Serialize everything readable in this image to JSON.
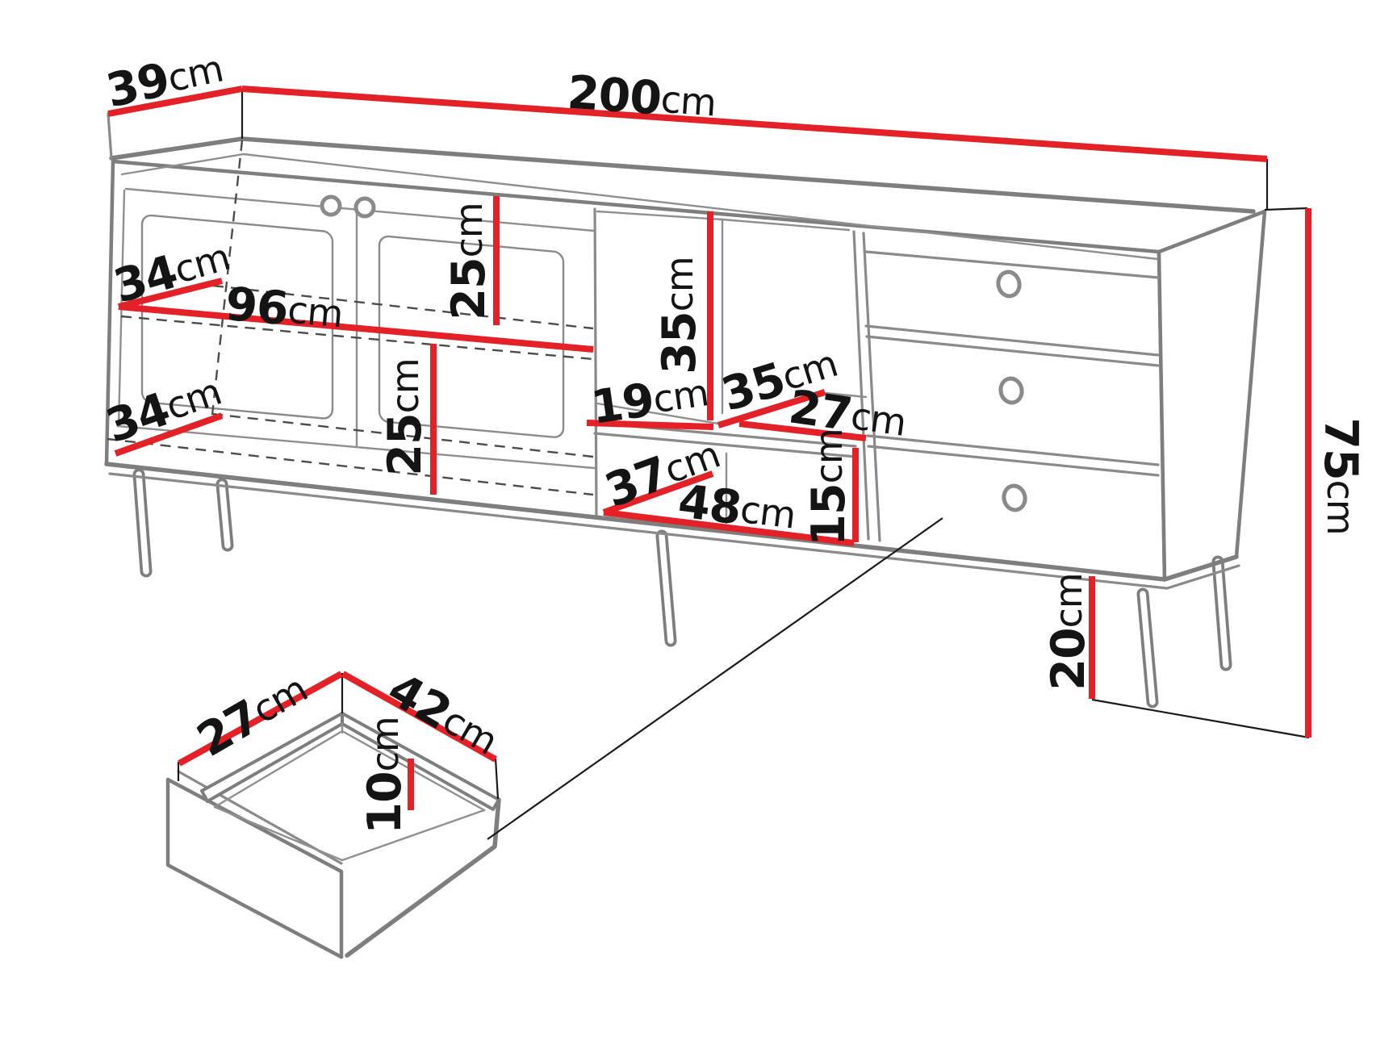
{
  "diagram": {
    "type": "furniture-dimension-drawing",
    "unit": "cm",
    "colors": {
      "dimension_red": "#e32127",
      "outline_gray": "#7e7e7e",
      "label_black": "#141414",
      "background": "#ffffff"
    },
    "cabinet": {
      "overall": {
        "width": {
          "value": "200",
          "unit": "cm"
        },
        "depth": {
          "value": "39",
          "unit": "cm"
        },
        "height": {
          "value": "75",
          "unit": "cm"
        },
        "leg_height": {
          "value": "20",
          "unit": "cm"
        }
      },
      "left_cupboard": {
        "shelf_width": {
          "value": "96",
          "unit": "cm"
        },
        "shelf_depth_upper": {
          "value": "34",
          "unit": "cm"
        },
        "shelf_depth_lower": {
          "value": "34",
          "unit": "cm"
        },
        "clearance_above_shelf": {
          "value": "25",
          "unit": "cm"
        },
        "clearance_below_shelf": {
          "value": "25",
          "unit": "cm"
        }
      },
      "open_compartments": {
        "niche_height": {
          "value": "35",
          "unit": "cm"
        },
        "shelf_depth": {
          "value": "19",
          "unit": "cm"
        },
        "shelf_width": {
          "value": "35",
          "unit": "cm"
        },
        "shelf_width_right": {
          "value": "27",
          "unit": "cm"
        },
        "bottom_niche_depth": {
          "value": "37",
          "unit": "cm"
        },
        "bottom_niche_width": {
          "value": "48",
          "unit": "cm"
        },
        "bottom_niche_height": {
          "value": "15",
          "unit": "cm"
        }
      }
    },
    "drawer_detail": {
      "side_depth": {
        "value": "27",
        "unit": "cm"
      },
      "front_width": {
        "value": "42",
        "unit": "cm"
      },
      "inner_height": {
        "value": "10",
        "unit": "cm"
      }
    }
  }
}
